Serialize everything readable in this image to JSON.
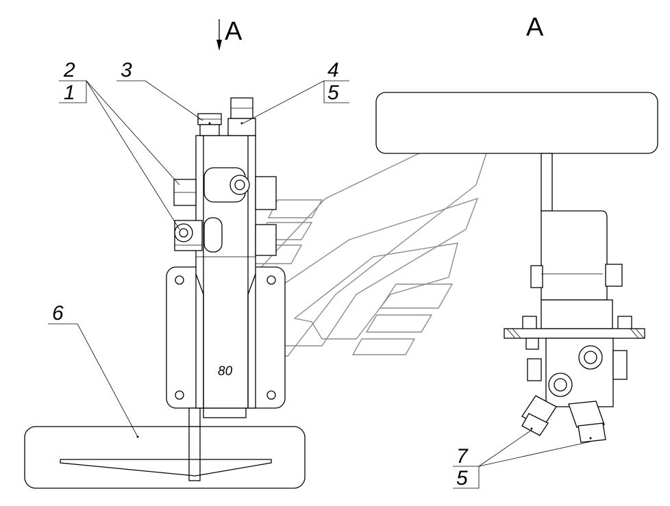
{
  "view_labels": {
    "arrow_view": "A",
    "section_view": "A"
  },
  "body_marking": "80",
  "callouts": {
    "c2": "2",
    "c1": "1",
    "c3": "3",
    "c4": "4",
    "c5_top": "5",
    "c6": "6",
    "c7": "7",
    "c5_bottom": "5"
  }
}
